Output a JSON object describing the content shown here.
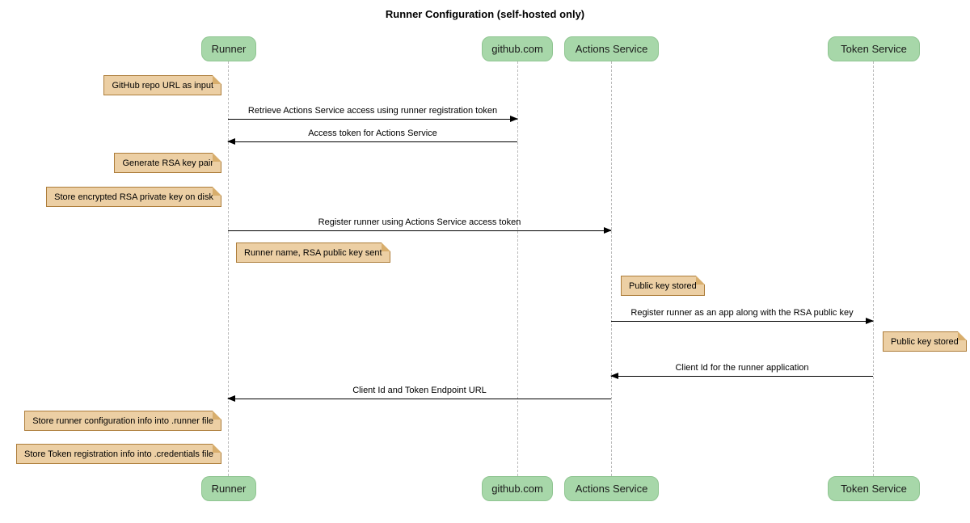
{
  "title": "Runner Configuration (self-hosted only)",
  "diagram_type": "sequence-diagram",
  "participants": [
    {
      "label": "Runner"
    },
    {
      "label": "github.com"
    },
    {
      "label": "Actions Service"
    },
    {
      "label": "Token Service"
    }
  ],
  "messages": [
    {
      "from": "Runner",
      "to": "github.com",
      "direction": "right",
      "label": "Retrieve Actions Service access using runner registration token"
    },
    {
      "from": "github.com",
      "to": "Runner",
      "direction": "left",
      "label": "Access token for Actions Service"
    },
    {
      "from": "Runner",
      "to": "Actions Service",
      "direction": "right",
      "label": "Register runner using Actions Service access token"
    },
    {
      "from": "Actions Service",
      "to": "Token Service",
      "direction": "right",
      "label": "Register runner as an app along with the RSA public key"
    },
    {
      "from": "Token Service",
      "to": "Actions Service",
      "direction": "left",
      "label": "Client Id for the runner application"
    },
    {
      "from": "Actions Service",
      "to": "Runner",
      "direction": "left",
      "label": "Client Id and Token Endpoint URL"
    }
  ],
  "notes": [
    {
      "label": "GitHub repo URL as input",
      "anchor": "left-of-runner"
    },
    {
      "label": "Generate RSA key pair",
      "anchor": "left-of-runner"
    },
    {
      "label": "Store encrypted RSA private key on disk",
      "anchor": "left-of-runner"
    },
    {
      "label": "Runner name, RSA public key sent",
      "anchor": "right-of-runner"
    },
    {
      "label": "Public key stored",
      "anchor": "right-of-actions-service"
    },
    {
      "label": "Public key stored",
      "anchor": "right-of-token-service"
    },
    {
      "label": "Store runner configuration info into .runner file",
      "anchor": "left-of-runner"
    },
    {
      "label": "Store Token registration info into .credentials file",
      "anchor": "left-of-runner"
    }
  ],
  "colors": {
    "participant_fill": "#A7D7A9",
    "participant_border": "#8FC591",
    "note_fill": "#ECCFA4",
    "note_border": "#AD7D3A",
    "note_fold": "#D8AE6D",
    "lifeline": "#BBBBBB",
    "message": "#000000",
    "background": "#FFFFFF"
  }
}
